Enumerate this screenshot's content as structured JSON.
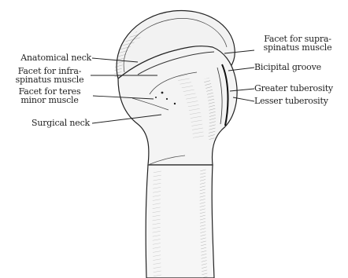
{
  "labels": {
    "anatomical_neck": "Anatomical neck",
    "infraspinatus_l1": "Facet for infra-",
    "infraspinatus_l2": "spinatus muscle",
    "teres_l1": "Facet for teres",
    "teres_l2": "minor muscle",
    "surgical_neck": "Surgical neck",
    "supraspinatus_l1": "Facet for supra-",
    "supraspinatus_l2": "spinatus muscle",
    "bicipital_groove": "Bicipital groove",
    "greater_tuberosity": "Greater tuberosity",
    "lesser_tuberosity": "Lesser tuberosity"
  },
  "colors": {
    "ink": "#222222",
    "paper": "#ffffff"
  }
}
